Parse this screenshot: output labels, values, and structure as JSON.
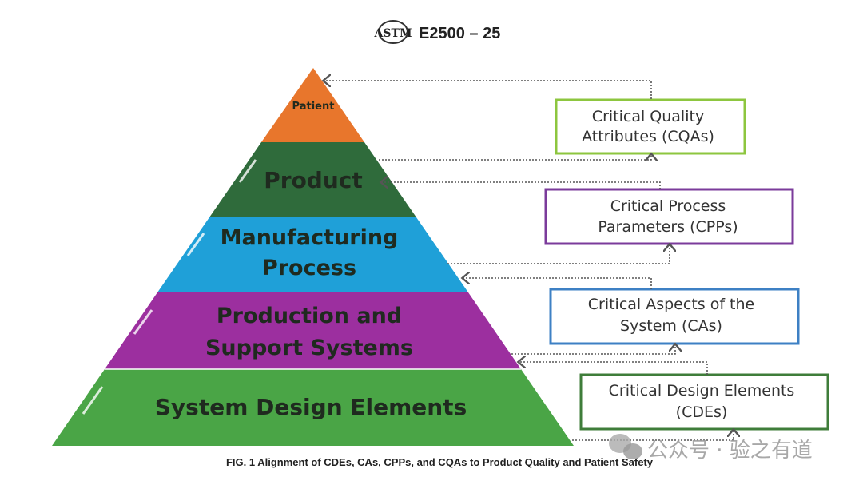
{
  "header": {
    "logo": "ASTM",
    "standard": "E2500 – 25"
  },
  "pyramid": {
    "levels": [
      {
        "label": "Patient",
        "color": "#e8762c"
      },
      {
        "label": "Product",
        "color": "#2f6b3b"
      },
      {
        "label_lines": [
          "Manufacturing",
          "Process"
        ],
        "color": "#1fa0d8"
      },
      {
        "label_lines": [
          "Production and",
          "Support Systems"
        ],
        "color": "#9c2f9f"
      },
      {
        "label": "System Design Elements",
        "color": "#4aa546"
      }
    ]
  },
  "boxes": [
    {
      "lines": [
        "Critical Quality",
        "Attributes (CQAs)"
      ],
      "color": "#8dc63f"
    },
    {
      "lines": [
        "Critical Process",
        "Parameters (CPPs)"
      ],
      "color": "#7b3b9b"
    },
    {
      "lines": [
        "Critical Aspects of the",
        "System (CAs)"
      ],
      "color": "#3d80c4"
    },
    {
      "lines": [
        "Critical Design Elements",
        "(CDEs)"
      ],
      "color": "#3f7d3a"
    }
  ],
  "caption": "FIG. 1 Alignment of CDEs, CAs, CPPs, and CQAs to Product Quality and Patient Safety",
  "watermark": "公众号 · 验之有道"
}
